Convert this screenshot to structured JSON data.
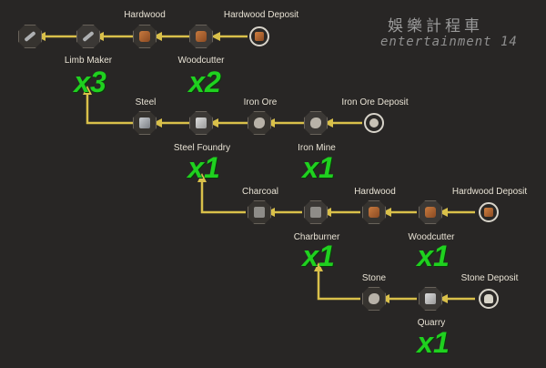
{
  "watermark": {
    "line1": "娛樂計程車",
    "line2": "entertainment 14"
  },
  "colors": {
    "connector": "#d9c04a",
    "multiplier": "#1fd11f",
    "background": "#282625"
  },
  "rows": [
    {
      "buildings": [
        {
          "key": "limb_maker",
          "label": "Limb Maker",
          "multiplier": "x3"
        },
        {
          "key": "woodcutter_1",
          "label": "Woodcutter",
          "multiplier": "x2"
        }
      ],
      "resources": [
        {
          "key": "hardwood_1",
          "label": "Hardwood"
        }
      ],
      "deposit": {
        "label": "Hardwood Deposit"
      }
    },
    {
      "buildings": [
        {
          "key": "steel_foundry",
          "label": "Steel Foundry",
          "multiplier": "x1"
        },
        {
          "key": "iron_mine",
          "label": "Iron Mine",
          "multiplier": "x1"
        }
      ],
      "resources": [
        {
          "key": "steel",
          "label": "Steel"
        },
        {
          "key": "iron_ore",
          "label": "Iron Ore"
        }
      ],
      "deposit": {
        "label": "Iron Ore Deposit"
      }
    },
    {
      "buildings": [
        {
          "key": "charburner",
          "label": "Charburner",
          "multiplier": "x1"
        },
        {
          "key": "woodcutter_2",
          "label": "Woodcutter",
          "multiplier": "x1"
        }
      ],
      "resources": [
        {
          "key": "charcoal",
          "label": "Charcoal"
        },
        {
          "key": "hardwood_2",
          "label": "Hardwood"
        }
      ],
      "deposit": {
        "label": "Hardwood Deposit"
      }
    },
    {
      "buildings": [
        {
          "key": "quarry",
          "label": "Quarry",
          "multiplier": "x1"
        }
      ],
      "resources": [
        {
          "key": "stone",
          "label": "Stone"
        }
      ],
      "deposit": {
        "label": "Stone Deposit"
      }
    }
  ],
  "icons": {
    "output_item": "crossbow-icon",
    "limb_maker": "hammer-icon",
    "hardwood": "hardwood-log-icon",
    "woodcutter": "wood-logs-icon",
    "hardwood_deposit": "tree-icon",
    "steel": "steel-ingot-icon",
    "steel_foundry": "anvil-icon",
    "iron_ore": "iron-ore-icon",
    "iron_mine": "ore-cart-icon",
    "iron_ore_deposit": "ore-rock-icon",
    "charcoal": "charcoal-icon",
    "charburner": "charcoal-pile-icon",
    "stone": "stone-block-icon",
    "quarry": "stone-pillar-icon",
    "stone_deposit": "stone-bucket-icon",
    "arrow": "arrow-left-icon"
  }
}
